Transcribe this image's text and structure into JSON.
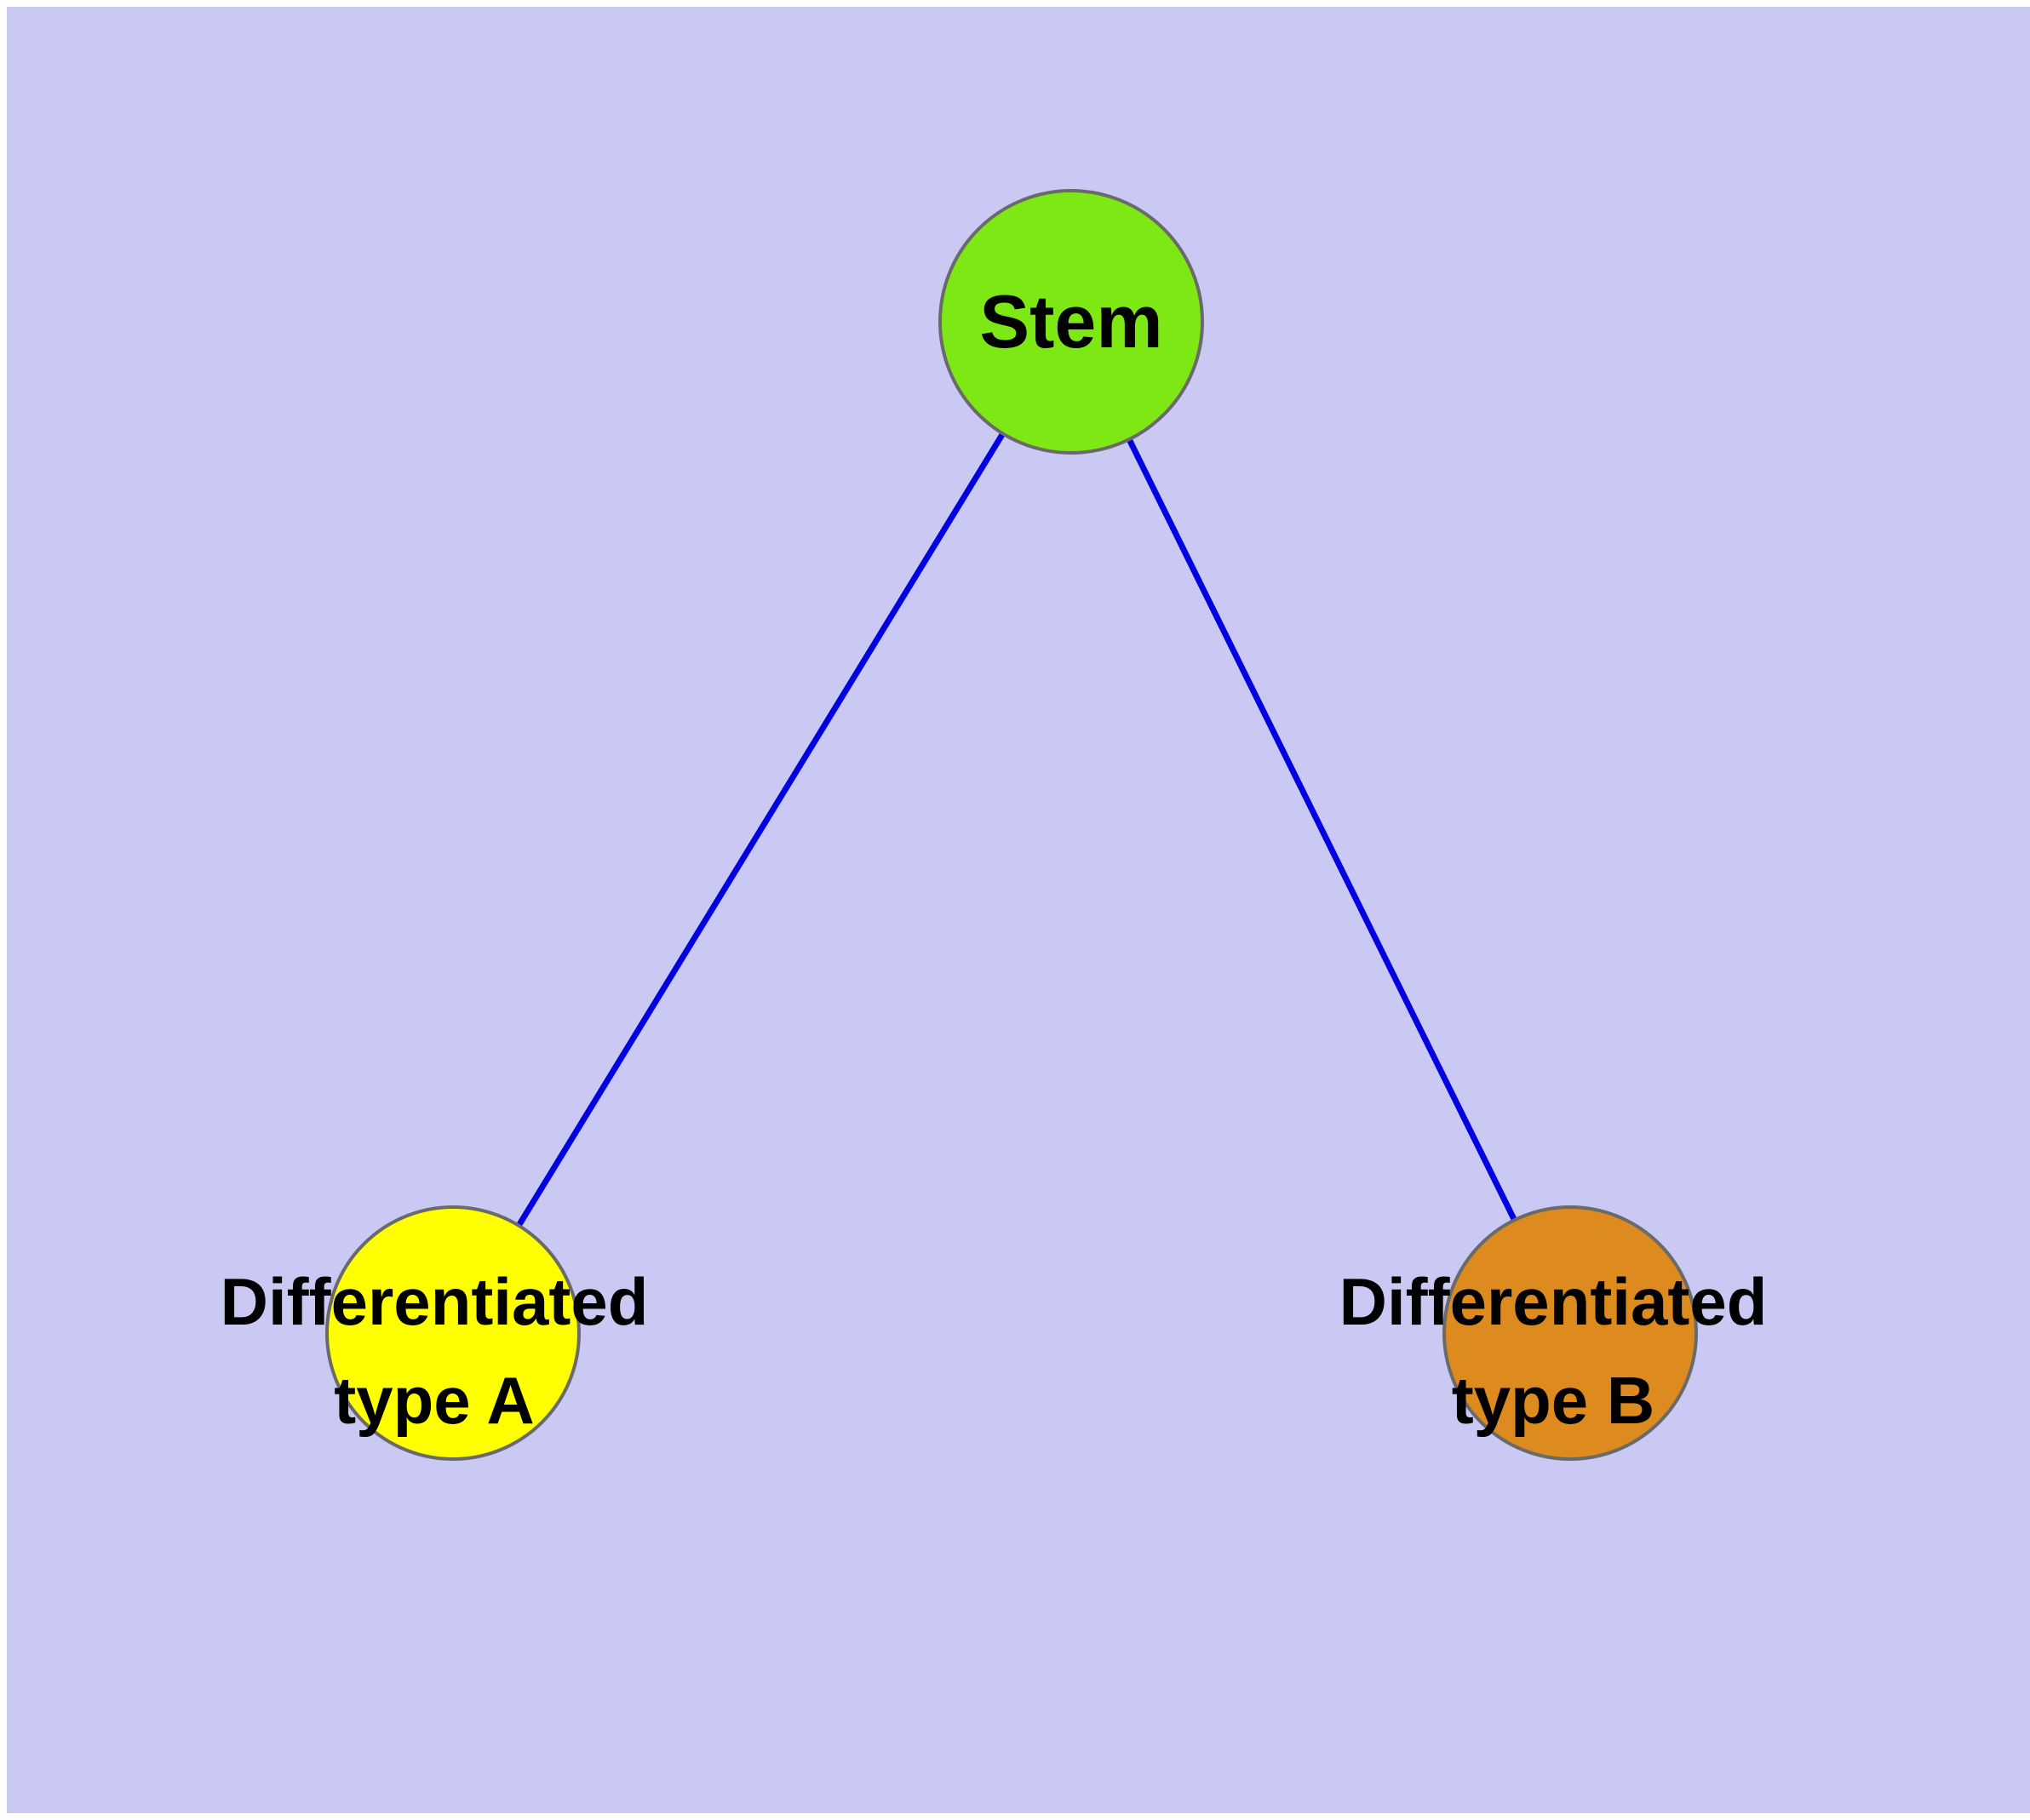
{
  "diagram": {
    "type": "node-link-graph",
    "colors": {
      "background": "#c9c9f3",
      "edge": "#0000e0",
      "node_border": "#6a6a6a",
      "label_text": "#000000"
    },
    "nodes": [
      {
        "id": "stem",
        "label": "Stem",
        "fill": "#7de813"
      },
      {
        "id": "differentiated-type-a",
        "label": "Differentiated type A",
        "line1": "Differentiated",
        "line2": "type A",
        "fill": "#ffff00"
      },
      {
        "id": "differentiated-type-b",
        "label": "Differentiated type B",
        "line1": "Differentiated",
        "line2": "type B",
        "fill": "#dd8a1e"
      }
    ],
    "edges": [
      {
        "from": "stem",
        "to": "differentiated-type-a"
      },
      {
        "from": "stem",
        "to": "differentiated-type-b"
      }
    ]
  }
}
